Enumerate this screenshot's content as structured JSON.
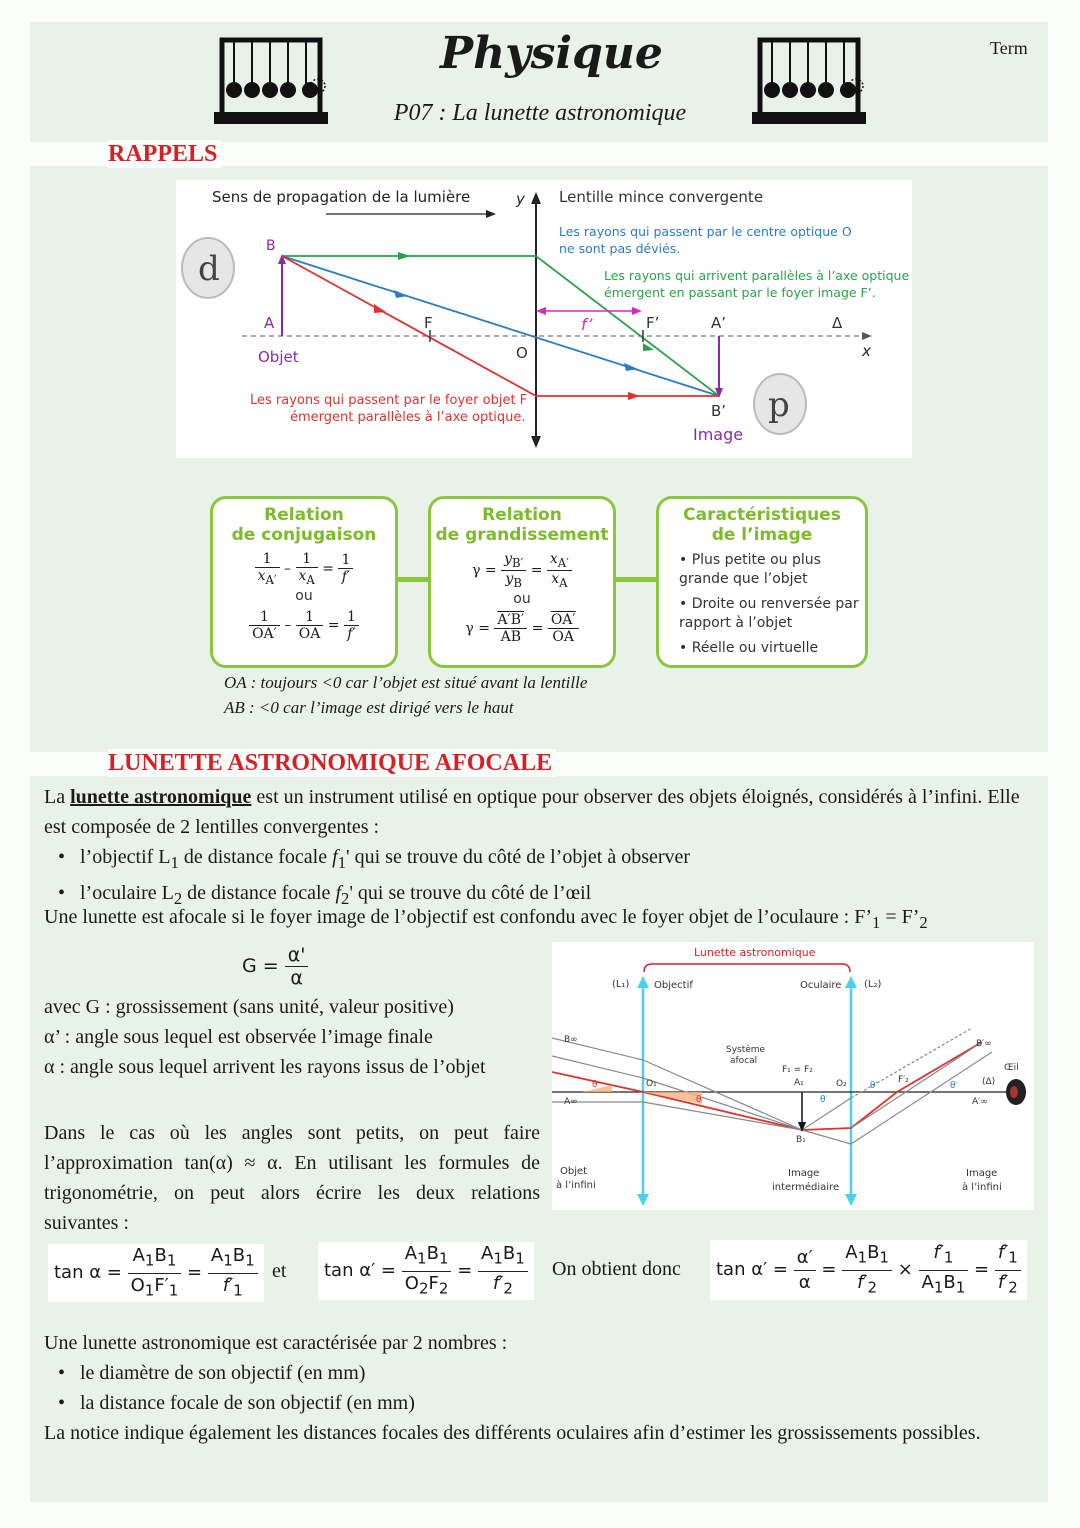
{
  "header": {
    "title": "Physique",
    "subtitle": "P07 : La lunette astronomique",
    "level": "Term"
  },
  "rappels": {
    "title": "RAPPELS",
    "diagram": {
      "propagation_label": "Sens de propagation de la lumière",
      "y_axis": "y",
      "x_axis": "x",
      "lens_label": "Lentille mince convergente",
      "center_note_line1": "Les rayons qui passent par le centre optique O",
      "center_note_line2": "ne sont pas déviés.",
      "parallel_note_line1": "Les rayons qui arrivent parallèles à l’axe optique",
      "parallel_note_line2": "émergent en passant par le foyer image F’.",
      "focus_note_line1": "Les rayons qui passent par le foyer objet F",
      "focus_note_line2": "émergent parallèles à l’axe optique.",
      "point_B": "B",
      "point_A": "A",
      "point_F": "F",
      "point_O": "O",
      "point_Fp": "F’",
      "point_Ap": "A’",
      "point_Bp": "B’",
      "delta": "Δ",
      "f_prime": "f’",
      "object_label": "Objet",
      "image_label": "Image",
      "circle_d": "d",
      "circle_p": "p"
    },
    "boxes": {
      "conj_title_1": "Relation",
      "conj_title_2": "de conjugaison",
      "grand_title_1": "Relation",
      "grand_title_2": "de grandissement",
      "carac_title_1": "Caractéristiques",
      "carac_title_2": "de l’image",
      "ou": "ou",
      "carac_items": [
        "Plus petite ou plus grande que l’objet",
        "Droite ou renversée par rapport à l’objet",
        "Réelle ou virtuelle"
      ]
    },
    "note_1": "OA : toujours <0 car l’objet est situé avant la lentille",
    "note_2": "AB : <0 car l’image est dirigé vers le haut"
  },
  "lunette": {
    "title": "LUNETTE ASTRONOMIQUE AFOCALE",
    "intro_pre": "La ",
    "intro_term": "lunette astronomique",
    "intro_post": " est un instrument utilisé en optique pour observer des objets éloignés, considérés à l’infini. Elle est composée de 2 lentilles convergentes :",
    "item_1_a": "l’objectif L",
    "item_1_b": " de distance focale ",
    "item_1_c": "' qui se trouve du côté de l’objet à observer",
    "item_2_a": "l’oculaire L",
    "item_2_b": " de distance focale ",
    "item_2_c": "' qui se trouve du côté de l’œil",
    "afocal_text": "Une lunette est afocale si le foyer image de l’objectif est confondu avec le foyer objet de l’oculaure : F’",
    "afocal_eq": " = F’",
    "g_formula_left": "G =",
    "g_num": "α'",
    "g_den": "α",
    "def_g": "avec G : grossissement (sans unité, valeur positive)",
    "def_ap": "α’ : angle sous lequel est observée l’image finale",
    "def_a": "α : angle sous lequel arrivent les rayons issus de l’objet",
    "small_angles": "Dans le cas où les angles sont petits, on peut faire l’approximation tan(α) ≈ α. En utilisant les formules de trigonométrie, on peut alors écrire les deux relations suivantes :",
    "et": "et",
    "on_obtient": "On obtient donc",
    "caract_intro": "Une lunette astronomique est caractérisée par 2 nombres :",
    "caract_1": "le diamètre de son objectif (en mm)",
    "caract_2": "la distance focale de son objectif (en mm)",
    "notice": "La notice indique également les distances focales des différents oculaires afin d’estimer les grossissements possibles.",
    "diagram": {
      "title": "Lunette astronomique",
      "L1": "(L₁)",
      "L2": "(L₂)",
      "objectif": "Objectif",
      "oculaire": "Oculaire",
      "systeme_1": "Système",
      "systeme_2": "afocal",
      "f_eq": "F₁ = F₂",
      "A1": "A₁",
      "B1": "B₁",
      "O1": "O₁",
      "O2": "O₂",
      "F2p": "F′₂",
      "Binf": "B∞",
      "Ainf": "A∞",
      "Bpinf": "B′∞",
      "Apinf": "A′∞",
      "delta": "(Δ)",
      "oeil": "Œil",
      "theta": "θ",
      "thetap": "θ′",
      "obj_inf_1": "Objet",
      "obj_inf_2": "à l’infini",
      "img_int_1": "Image",
      "img_int_2": "intermédiaire",
      "img_inf_1": "Image",
      "img_inf_2": "à l’infini"
    }
  },
  "colors": {
    "red": "#d91f26",
    "green_box": "#8cc63f",
    "panel_bg": "#e9f2e8",
    "ray_green": "#2aa24a",
    "ray_blue": "#2b7bc4",
    "ray_red": "#e0312f",
    "magenta": "#d62ac0",
    "cyan": "#4fd0e8"
  }
}
